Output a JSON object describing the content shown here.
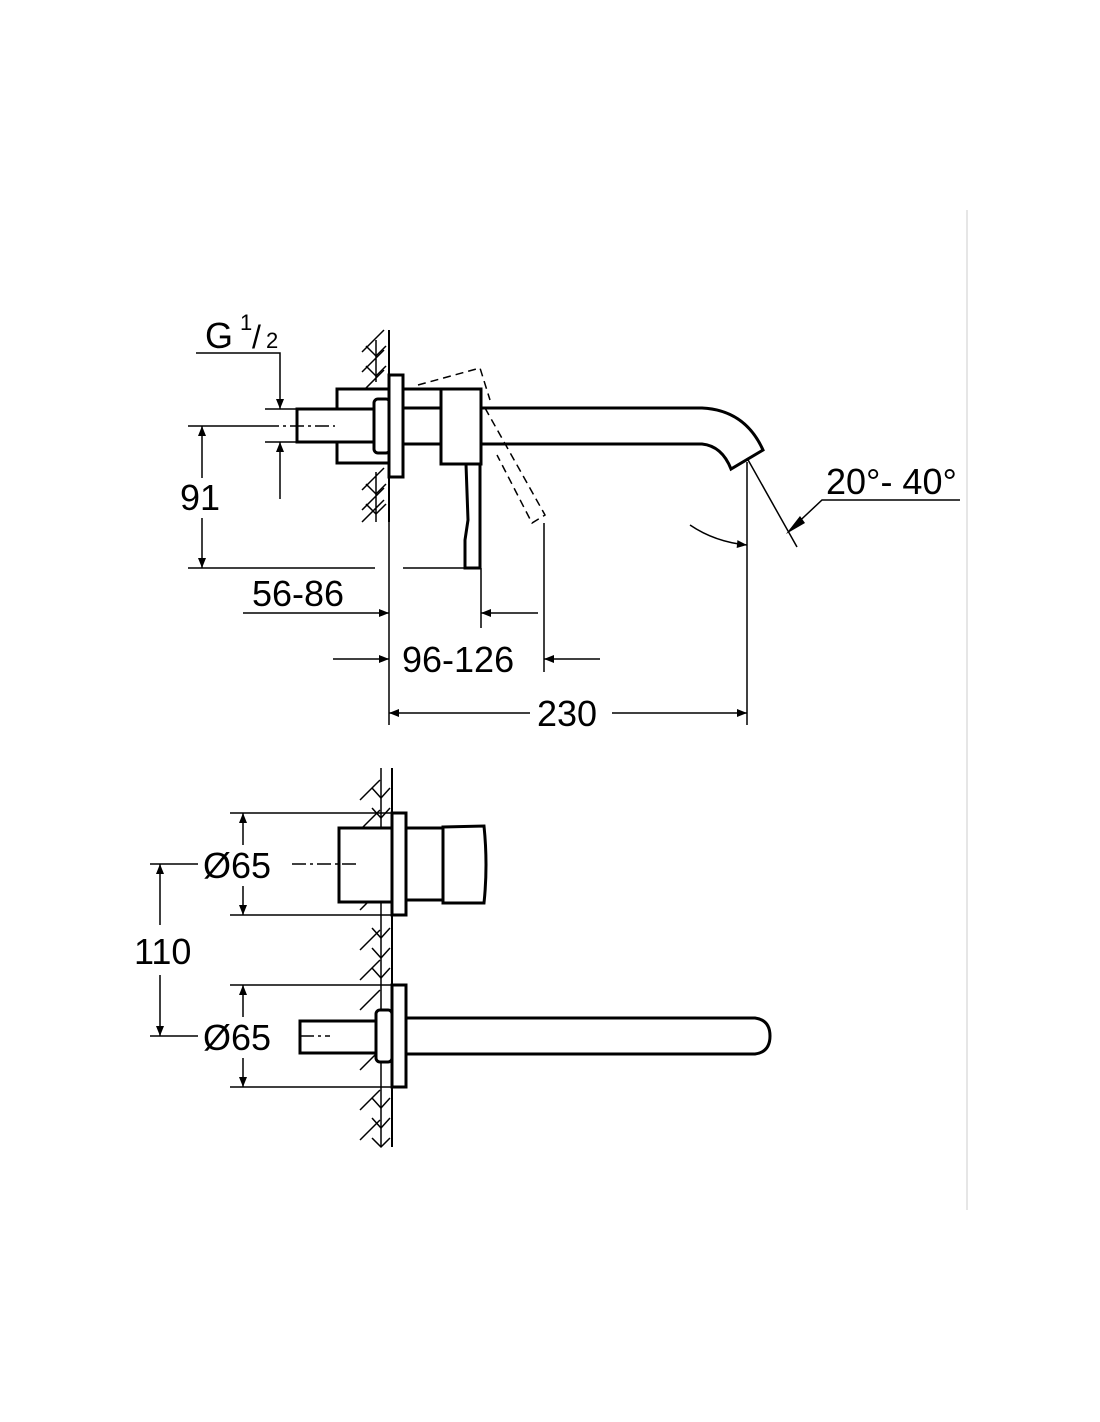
{
  "drawing": {
    "title": "Wall-mounted single-lever basin mixer dimension drawing",
    "side_view": {
      "thread_label": "G",
      "thread_numerator": "1",
      "thread_denominator": "2",
      "height_dim": "91",
      "wall_depth_dim": "56-86",
      "lever_range_dim": "96-126",
      "projection_dim": "230",
      "angle_dim": "20°- 40°"
    },
    "top_view": {
      "upper_diameter_dim": "Ø65",
      "lower_diameter_dim": "Ø65",
      "spacing_dim": "110"
    }
  }
}
